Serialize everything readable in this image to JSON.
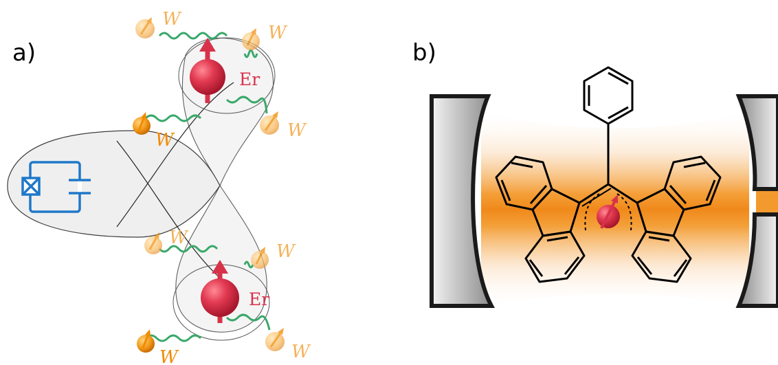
{
  "panels": {
    "a": {
      "label": "a)"
    },
    "b": {
      "label": "b)"
    }
  },
  "spin_labels": {
    "erbium": "Er",
    "tungsten": "W"
  },
  "colors": {
    "erbium": "#d8324b",
    "tungsten_bright": "#f08a00",
    "tungsten_faded": "#f5b25a",
    "bath_coupling": "#3aa86a",
    "circuit": "#1f78c8",
    "cavity_field": "#f39a2e",
    "mirror": "#9a9a9a"
  }
}
